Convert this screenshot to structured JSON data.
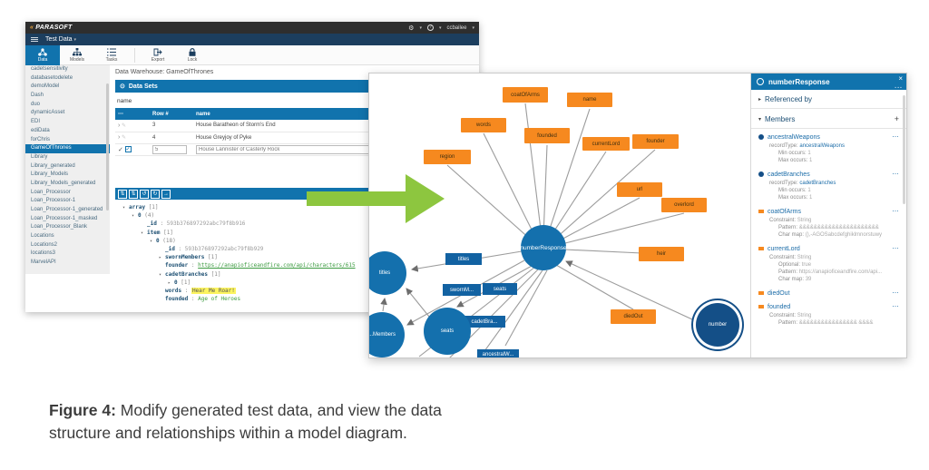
{
  "app": {
    "logo": "PARASOFT",
    "menu_label": "Test Data",
    "user_label": "ccbailee",
    "nav": {
      "data": "Data",
      "models": "Models",
      "tasks": "Tasks",
      "export": "Export",
      "lock": "Lock"
    },
    "sidebar": {
      "items": [
        "cadetsensitivity",
        "databasetodelete",
        "demoModel",
        "Dash",
        "duo",
        "dynamicAsset",
        "EDI",
        "ediData",
        "forChris",
        "GameOfThrones",
        "Library",
        "Library_generated",
        "Library_Models",
        "Library_Models_generated",
        "Loan_Processor",
        "Loan_Processor-1",
        "Loan_Processor-1_generated",
        "Loan_Processor-1_masked",
        "Loan_Processor_Blank",
        "Locations",
        "Locations2",
        "locations3",
        "MarvelAPI"
      ]
    },
    "breadcrumb": "Data Warehouse: GameOfThrones",
    "datasets": {
      "title": "Data Sets",
      "collapse_icon": "⊙",
      "filter_label": "name",
      "col_dots": "⋯",
      "col_row": "Row #",
      "col_name": "name",
      "rows": [
        {
          "expander": "›",
          "num": "3",
          "name": "House Baratheon of Storm's End"
        },
        {
          "expander": "›",
          "num": "4",
          "name": "House Greyjoy of Pyke"
        }
      ],
      "edit_row": {
        "check": "✓",
        "box": "✓",
        "num": "5",
        "name": "House Lannister of Casterly Rock"
      }
    },
    "tree": {
      "toolbar_icons": [
        "⇅",
        "⇅",
        "↺",
        "↻",
        "→"
      ],
      "lines": [
        {
          "toggle": "▾",
          "key": "array",
          "suffix": "[1]"
        },
        {
          "toggle": "▾",
          "key": "0",
          "suffix": "(4)"
        },
        {
          "toggle": "",
          "key": "_id",
          "sep": ":",
          "value": "593b376897292abc79f8b916"
        },
        {
          "toggle": "▾",
          "key": "item",
          "suffix": "[1]"
        },
        {
          "toggle": "▾",
          "key": "0",
          "suffix": "(18)"
        },
        {
          "toggle": "",
          "key": "_id",
          "sep": ":",
          "value": "593b376897292abc79f8b929"
        },
        {
          "toggle": "▸",
          "key": "swornMembers",
          "suffix": "[1]"
        },
        {
          "toggle": "",
          "key": "founder",
          "sep": ":",
          "value": "https://anapioficeandfire.com/api/characters/615"
        },
        {
          "toggle": "▾",
          "key": "cadetBranches",
          "suffix": "[1]"
        },
        {
          "toggle": "▸",
          "key": "0",
          "suffix": "[1]"
        },
        {
          "toggle": "",
          "key": "words",
          "sep": ":",
          "value": "Hear Me Roar!"
        },
        {
          "toggle": "",
          "key": "founded",
          "sep": ":",
          "value": "Age of Heroes"
        }
      ]
    }
  },
  "diagram": {
    "orange_nodes": [
      "coatOfArms",
      "name",
      "words",
      "founded",
      "currentLord",
      "founder",
      "region",
      "url",
      "overlord",
      "heir",
      "diedOut"
    ],
    "edge_labels": [
      "titles",
      "swornM...",
      "seats",
      "cadetBra...",
      "ancestralW..."
    ],
    "circles": {
      "center": "numberResponse",
      "titles": "titles",
      "seats": "seats",
      "members": "...Members",
      "number": "number"
    }
  },
  "panel": {
    "title": "numberResponse",
    "close": "×",
    "more": "...",
    "referenced_by": "Referenced by",
    "members_label": "Members",
    "add": "+",
    "members": [
      {
        "name": "ancestralWeapons",
        "dots": "⋯",
        "details": [
          {
            "label": "recordType:",
            "value": "ancestralWeapons"
          },
          {
            "label": "Min occurs:",
            "value": "1"
          },
          {
            "label": "Max occurs:",
            "value": "1"
          }
        ]
      },
      {
        "name": "cadetBranches",
        "dots": "⋯",
        "details": [
          {
            "label": "recordType:",
            "value": "cadetBranches"
          },
          {
            "label": "Min occurs:",
            "value": "1"
          },
          {
            "label": "Max occurs:",
            "value": "1"
          }
        ]
      },
      {
        "name": "coatOfArms",
        "dots": "⋯",
        "details": [
          {
            "label": "Constraint:",
            "value": "String"
          },
          {
            "label": "Pattern:",
            "value": "&&&&&&&&&&&&&&&&&&&&&&"
          },
          {
            "label": "Char map:",
            "value": "(),-AGOSabcdefghiklmnorstuwy"
          }
        ]
      },
      {
        "name": "currentLord",
        "dots": "⋯",
        "details": [
          {
            "label": "Constraint:",
            "value": "String"
          },
          {
            "label": "Optional:",
            "value": "true"
          },
          {
            "label": "Pattern:",
            "value": "https://anapioficeandfire.com/api..."
          },
          {
            "label": "Char map:",
            "value": "39"
          }
        ]
      },
      {
        "name": "diedOut",
        "dots": "⋯",
        "details": []
      },
      {
        "name": "founded",
        "dots": "⋯",
        "details": [
          {
            "label": "Constraint:",
            "value": "String"
          },
          {
            "label": "Pattern:",
            "value": "&&&&&&&&&&&&&&&& &&&&"
          }
        ]
      }
    ]
  },
  "caption": {
    "prefix": "Figure 4:",
    "text": " Modify generated test data, and view the data structure and relationships within a model diagram."
  }
}
